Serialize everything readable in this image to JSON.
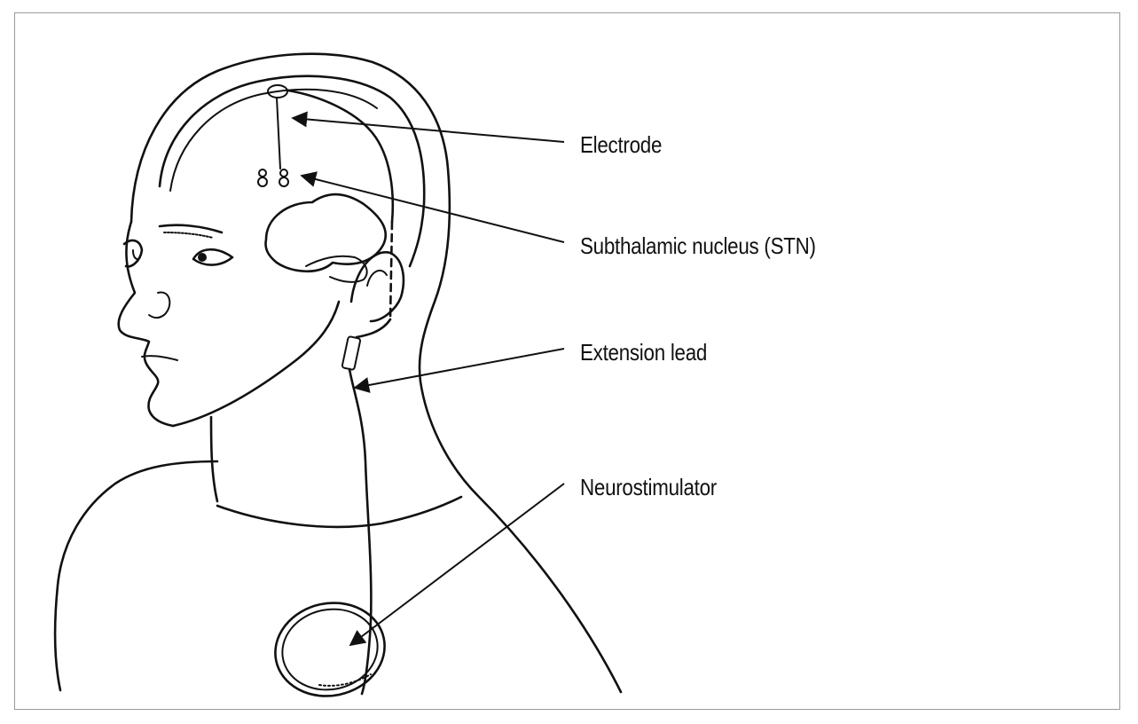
{
  "labels": {
    "electrode": "Electrode",
    "stn": "Subthalamic nucleus (STN)",
    "extension_lead": "Extension lead",
    "neurostimulator": "Neurostimulator"
  },
  "colors": {
    "ink": "#111111",
    "frame": "#9a9a9a",
    "background": "#ffffff"
  }
}
